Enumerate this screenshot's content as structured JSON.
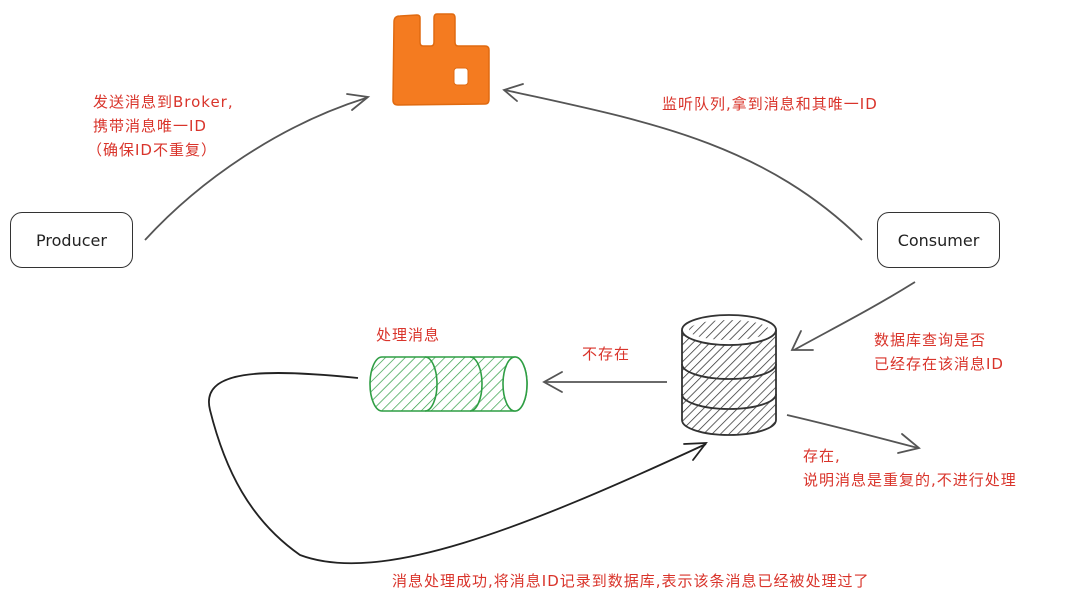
{
  "nodes": {
    "producer": {
      "label": "Producer"
    },
    "consumer": {
      "label": "Consumer"
    }
  },
  "labels": {
    "send": [
      "发送消息到Broker,",
      "携带消息唯一ID",
      "（确保ID不重复）"
    ],
    "listen": "监听队列,拿到消息和其唯一ID",
    "query": [
      "数据库查询是否",
      "已经存在该消息ID"
    ],
    "not_exist": "不存在",
    "process": "处理消息",
    "exist": [
      "存在,",
      "说明消息是重复的,不进行处理"
    ],
    "record": "消息处理成功,将消息ID记录到数据库,表示该条消息已经被处理过了"
  },
  "colors": {
    "text": "#d9342b",
    "broker": "#f47b20",
    "process": "#2f9e44",
    "database": "#333333",
    "stroke": "#555555"
  },
  "icons": {
    "broker": "rabbitmq-icon",
    "database": "database-icon",
    "queue": "queue-icon"
  }
}
